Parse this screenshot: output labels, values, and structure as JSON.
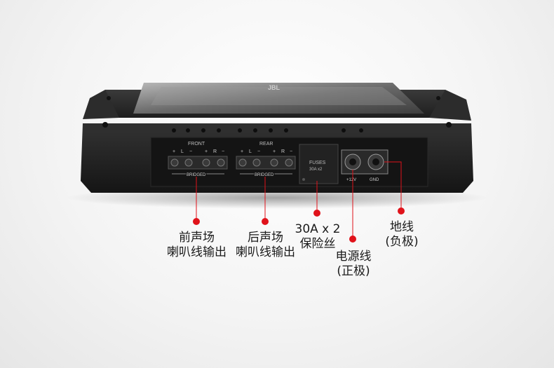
{
  "product": {
    "brand_mark": "JBL",
    "front_label": "FRONT",
    "rear_label": "REAR",
    "bridged_label": "BRIDGED",
    "terminal_signs": [
      "+",
      "L",
      "−",
      "+",
      "R",
      "−"
    ],
    "fuse_label_1": "FUSES",
    "fuse_label_2": "30A x2",
    "power_label": "+12V",
    "ground_label": "GND"
  },
  "callouts": {
    "front": {
      "line1": "前声场",
      "line2": "喇叭线输出"
    },
    "rear": {
      "line1": "后声场",
      "line2": "喇叭线输出"
    },
    "fuse": {
      "line1": "30A x 2",
      "line2": "保险丝"
    },
    "power": {
      "line1": "电源线",
      "line2": "(正极)"
    },
    "ground": {
      "line1": "地线",
      "line2": "(负极)"
    }
  },
  "colors": {
    "marker_red": "#e0121a",
    "body_dark": "#2a2a2a",
    "panel": "#1c1c1c"
  }
}
